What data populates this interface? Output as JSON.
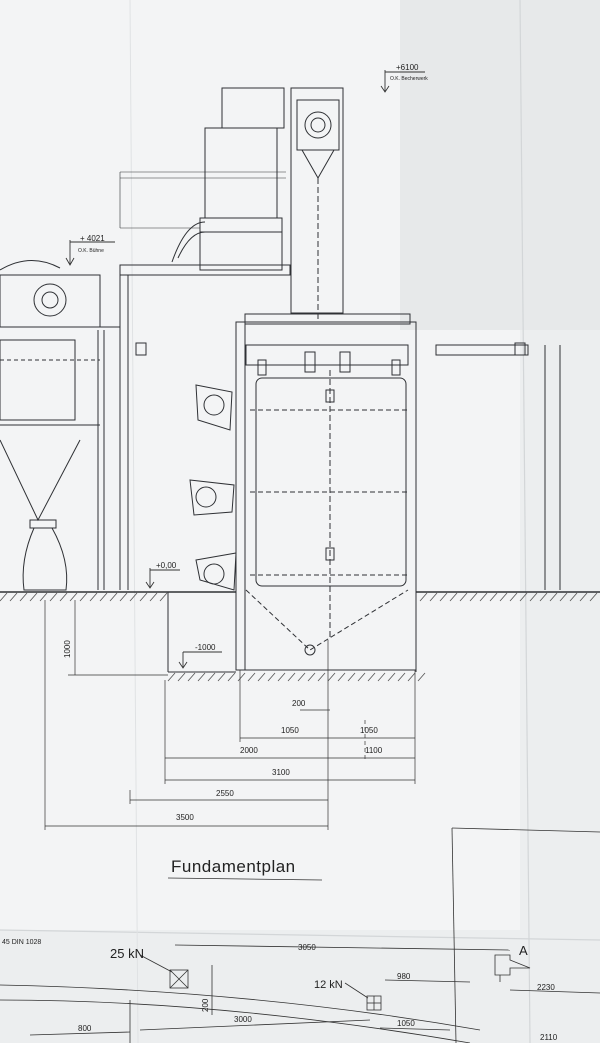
{
  "drawing": {
    "levels": {
      "top_value": "+6100",
      "top_note": "O.K. Becherwerk",
      "roof_value": "+ 4021",
      "roof_note": "O.K. Bühne",
      "ground_value": "+0,00",
      "pit_value": "-1000"
    },
    "dimensions": {
      "pit_depth": "1000",
      "d200": "200",
      "d1050_left": "1050",
      "d1050_right": "1050",
      "d2000": "2000",
      "d1100": "1100",
      "d3100": "3100",
      "d2550": "2550",
      "d3500": "3500"
    },
    "section_title": "Fundamentplan",
    "plan": {
      "norm_ref": "45 DIN 1028",
      "load_left": "25 kN",
      "load_right": "12 kN",
      "d3050": "3050",
      "d980": "980",
      "d2230": "2230",
      "d200_vertical": "200",
      "d800": "800",
      "d3000": "3000",
      "d1050_bottom": "1050",
      "d2110": "2110",
      "section_marker": "A"
    }
  }
}
